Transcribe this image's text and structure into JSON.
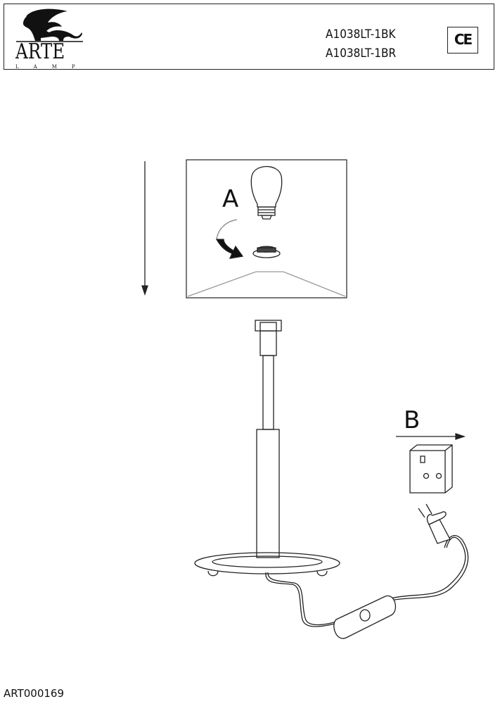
{
  "header": {
    "brand": "ARTE",
    "brand_sub": "LAMP",
    "models": [
      "A1038LT-1BK",
      "A1038LT-1BR"
    ],
    "certification": "CE"
  },
  "diagram": {
    "step_a_label": "A",
    "step_b_label": "B"
  },
  "footer": {
    "document_code": "ART000169"
  }
}
